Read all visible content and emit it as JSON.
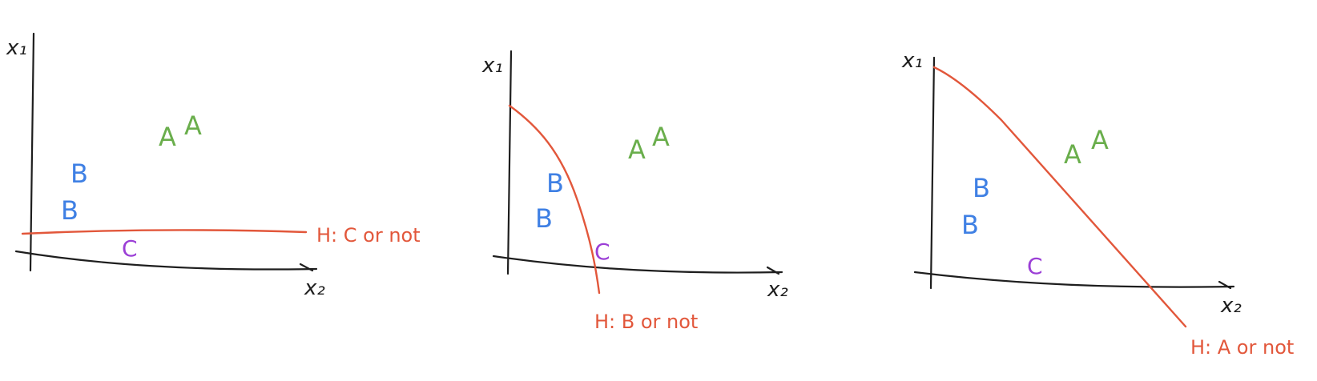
{
  "colors": {
    "axis": "#1e1e1e",
    "boundary": "#e2573b",
    "class_a": "#6aae4c",
    "class_b": "#3f80e4",
    "class_c": "#9b3fd6"
  },
  "panels": [
    {
      "y_axis_label": "x₁",
      "x_axis_label": "x₂",
      "hypothesis_label": "H: C or not",
      "points": {
        "a1": "A",
        "a2": "A",
        "b1": "B",
        "b2": "B",
        "c1": "C"
      }
    },
    {
      "y_axis_label": "x₁",
      "x_axis_label": "x₂",
      "hypothesis_label": "H: B or not",
      "points": {
        "a1": "A",
        "a2": "A",
        "b1": "B",
        "b2": "B",
        "c1": "C"
      }
    },
    {
      "y_axis_label": "x₁",
      "x_axis_label": "x₂",
      "hypothesis_label": "H: A or not",
      "points": {
        "a1": "A",
        "a2": "A",
        "b1": "B",
        "b2": "B",
        "c1": "C"
      }
    }
  ]
}
